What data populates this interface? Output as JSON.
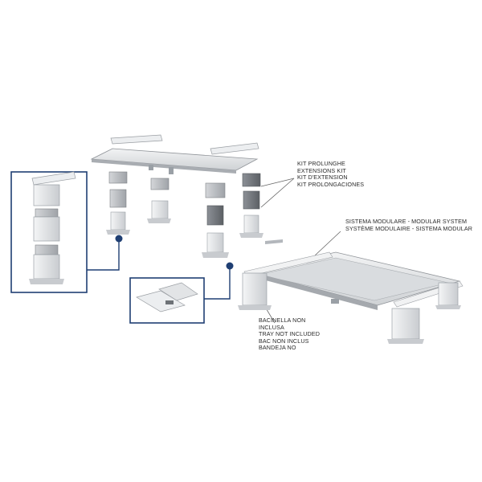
{
  "kit_labels": {
    "it": "KIT PROLUNGHE",
    "en": "EXTENSIONS KIT",
    "fr": "KIT D'EXTENSION",
    "es": "KIT PROLONGACIONES"
  },
  "modular_labels": {
    "line1": "SISTEMA MODULARE - MODULAR SYSTEM",
    "line2": "SYSTÈME MODULAIRE - SISTEMA MODULAR"
  },
  "tray_labels": {
    "it_1": "BACINELLA NON",
    "it_2": "INCLUSA",
    "en": "TRAY NOT INCLUDED",
    "fr": "BAC NON INCLUS",
    "es": "BANDEJA NO"
  },
  "colors": {
    "frame": "#1f3f73",
    "dot": "#1f3f73",
    "leader": "#666666",
    "part_light": "#e9eaec",
    "part_mid": "#b9bcc1",
    "part_dark": "#6e7277"
  }
}
